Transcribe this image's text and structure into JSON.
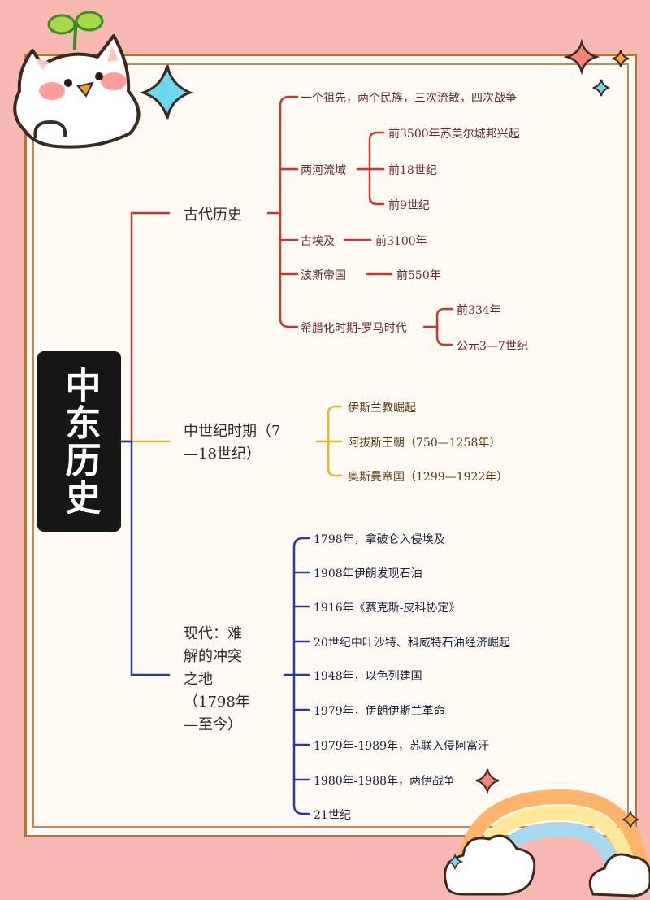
{
  "root": {
    "label": "中东历史"
  },
  "branches": {
    "ancient": {
      "label": "古代历史",
      "items": {
        "i1": "一个祖先，两个民族，三次流散，四次战争",
        "mesopotamia": {
          "label": "两河流域",
          "children": [
            "前3500年苏美尔城邦兴起",
            "前18世纪",
            "前9世纪"
          ]
        },
        "egypt": {
          "label": "古埃及",
          "child": "前3100年"
        },
        "persia": {
          "label": "波斯帝国",
          "child": "前550年"
        },
        "hellenistic": {
          "label": "希腊化时期-罗马时代",
          "children": [
            "前334年",
            "公元3—7世纪"
          ]
        }
      }
    },
    "medieval": {
      "label_line1": "中世纪时期（7",
      "label_line2": "—18世纪）",
      "items": [
        "伊斯兰教崛起",
        "阿拔斯王朝（750—1258年）",
        "奥斯曼帝国（1299—1922年）"
      ]
    },
    "modern": {
      "label_line1": "现代：难",
      "label_line2": "解的冲突",
      "label_line3": "之地",
      "label_line4": "（1798年",
      "label_line5": "—至今）",
      "items": [
        "1798年，拿破仑入侵埃及",
        "1908年伊朗发现石油",
        "1916年《赛克斯-皮科协定》",
        "20世纪中叶沙特、科威特石油经济崛起",
        "1948年，以色列建国",
        "1979年，伊朗伊斯兰革命",
        "1979年-1989年，苏联入侵阿富汗",
        "1980年-1988年，两伊战争",
        "21世纪"
      ]
    }
  },
  "colors": {
    "ancient": "#c8382e",
    "medieval": "#e2b52a",
    "modern": "#2a3a9c",
    "background": "#f6b8b0",
    "paper": "#fffaf3",
    "frame": "#b4743b"
  },
  "decorations": [
    "cat-icon",
    "sprout-icon",
    "sparkle-icon",
    "rainbow-icon",
    "cloud-icon"
  ]
}
